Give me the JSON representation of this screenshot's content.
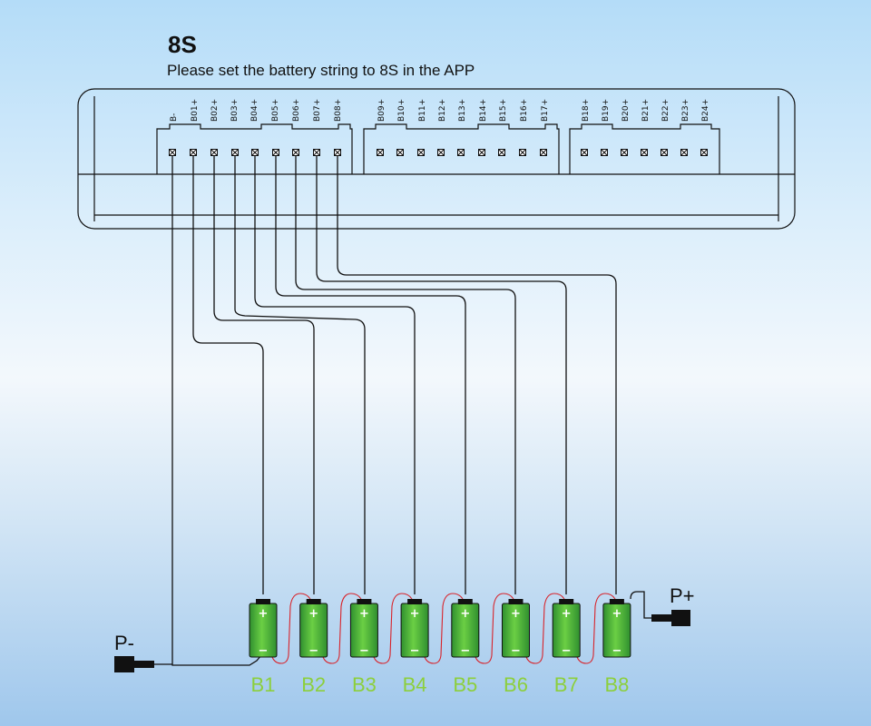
{
  "header": {
    "title": "8S",
    "subtitle": "Please set the battery string to 8S in the APP"
  },
  "connectors": [
    {
      "pins": [
        "B-",
        "B01+",
        "B02+",
        "B03+",
        "B04+",
        "B05+",
        "B06+",
        "B07+",
        "B08+"
      ]
    },
    {
      "pins": [
        "B09+",
        "B10+",
        "B11+",
        "B12+",
        "B13+",
        "B14+",
        "B15+",
        "B16+",
        "B17+"
      ]
    },
    {
      "pins": [
        "B18+",
        "B19+",
        "B20+",
        "B21+",
        "B22+",
        "B23+",
        "B24+"
      ]
    }
  ],
  "cells": {
    "labels": [
      "B1",
      "B2",
      "B3",
      "B4",
      "B5",
      "B6",
      "B7",
      "B8"
    ],
    "plus_sign": "+",
    "minus_sign": "−"
  },
  "terminals": {
    "negative": "P-",
    "positive": "P+"
  },
  "colors": {
    "wire": "#111111",
    "series_link": "#d8232a",
    "cell_green": "#3aa63a",
    "cell_label": "#8ccf3c"
  }
}
